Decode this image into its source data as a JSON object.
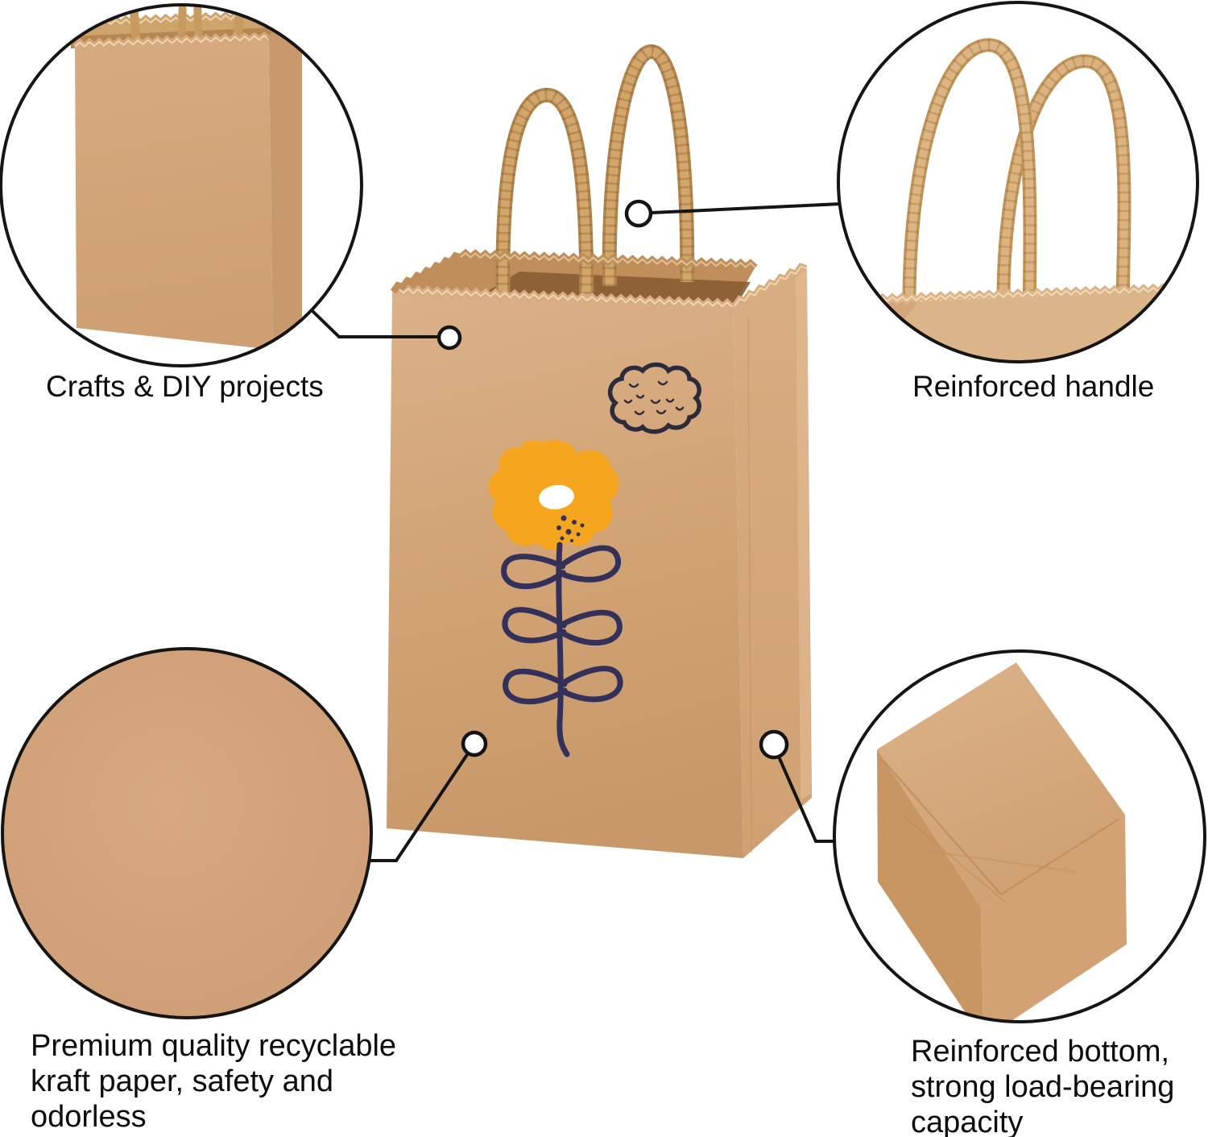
{
  "callouts": {
    "top_left": {
      "label": "Crafts & DIY projects"
    },
    "top_right": {
      "label": "Reinforced handle"
    },
    "bottom_left": {
      "lines": [
        "Premium quality recyclable",
        "kraft paper, safety and",
        "odorless"
      ]
    },
    "bottom_right": {
      "lines": [
        "Reinforced bottom,",
        "strong load-bearing",
        "capacity"
      ]
    }
  },
  "colors": {
    "kraft": "#d2a47b",
    "kraft_light": "#dcb189",
    "kraft_dark": "#b3824e",
    "kraft_inside": "#bf8e5a",
    "kraft_shadow": "#8a5c33",
    "handle": "#c79a5f",
    "flower_orange": "#f6a51f",
    "doodle_navy": "#33305a",
    "cloud_outline": "#2d2b3b",
    "line_black": "#141414",
    "text_black": "#0c0c0c"
  }
}
